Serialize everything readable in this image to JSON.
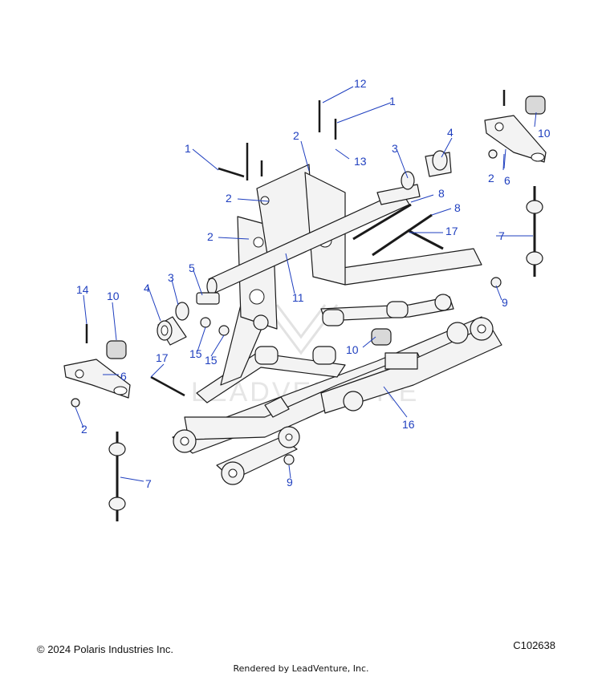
{
  "watermark": {
    "text": "LEADVENTURE"
  },
  "callouts": {
    "c1a": "1",
    "c1b": "1",
    "c2a": "2",
    "c2b": "2",
    "c2c": "2",
    "c2d": "2",
    "c2e": "2",
    "c3a": "3",
    "c3b": "3",
    "c4a": "4",
    "c4b": "4",
    "c5": "5",
    "c6a": "6",
    "c6b": "6",
    "c7a": "7",
    "c7b": "7",
    "c8a": "8",
    "c8b": "8",
    "c9a": "9",
    "c9b": "9",
    "c10a": "10",
    "c10b": "10",
    "c10c": "10",
    "c11": "11",
    "c12": "12",
    "c13": "13",
    "c14": "14",
    "c15a": "15",
    "c15b": "15",
    "c16": "16",
    "c17a": "17",
    "c17b": "17"
  },
  "footer": {
    "copyright": "© 2024 Polaris Industries Inc.",
    "diagram_id": "C102638",
    "rendered_by": "Rendered by LeadVenture, Inc."
  }
}
